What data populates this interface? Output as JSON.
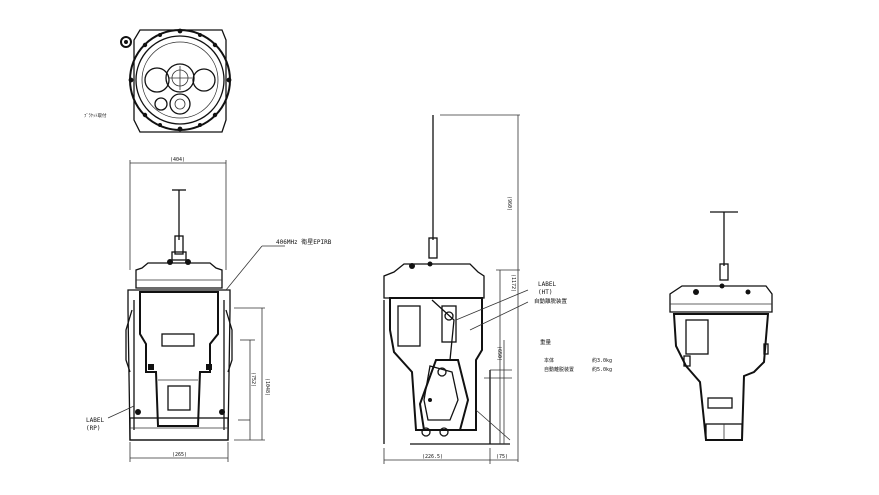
{
  "labels": {
    "epirb_label": "406MHz 衛星EPIRB",
    "label_rp": "LABEL\n(RP)",
    "label_ht": "LABEL\n(HT)",
    "auto_release": "自動離脱装置",
    "weight_heading": "重量",
    "weight_main": "本体",
    "weight_main_value": "約3.0kg",
    "weight_release": "自動離脱装置",
    "weight_release_value": "約5.0kg",
    "top_view_caption": "ﾌﾞﾗｹｯﾄ取付"
  },
  "dimensions": {
    "front_top_width": "(404)",
    "front_bottom_width": "(265)",
    "front_height": "(1048)",
    "front_inner_height": "(752)",
    "side_antenna_height": "(960)",
    "side_body_height": "(1172)",
    "side_inner_height": "(650)",
    "side_bottom_width": "(226.5)",
    "side_small": "(75)"
  }
}
